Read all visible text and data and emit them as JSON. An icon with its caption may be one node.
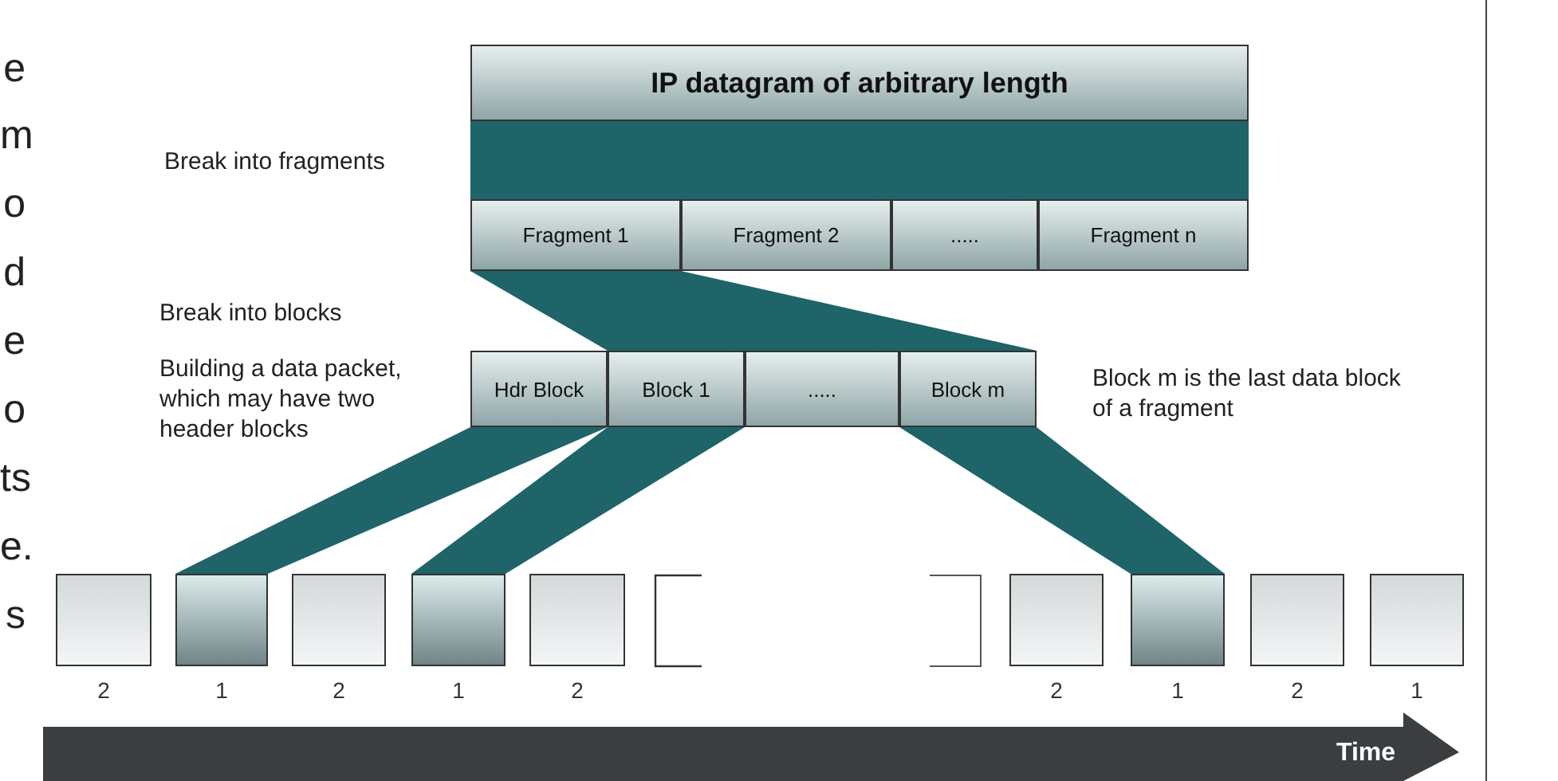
{
  "diagram": {
    "nodes": [
      {
        "text": [
          "IP datagram of arbitrary length"
        ]
      },
      {
        "text": [
          "Fragment 1"
        ]
      },
      {
        "text": [
          "Fragment 2"
        ]
      },
      {
        "text": [
          "....."
        ]
      },
      {
        "text": [
          "Fragment n"
        ]
      },
      {
        "text": [
          "Hdr Block"
        ]
      },
      {
        "text": [
          "Block 1"
        ]
      },
      {
        "text": [
          "....."
        ]
      },
      {
        "text": [
          "Block m"
        ]
      },
      {
        "text": [],
        "shape": "box",
        "beside": [
          "2"
        ]
      },
      {
        "text": [],
        "shape": "box",
        "beside": [
          "1"
        ]
      },
      {
        "text": [],
        "shape": "box",
        "beside": [
          "2"
        ]
      },
      {
        "text": [],
        "shape": "box",
        "beside": [
          "1"
        ]
      },
      {
        "text": [],
        "shape": "box",
        "beside": [
          "2"
        ]
      },
      {
        "text": [],
        "shape": "box",
        "beside": [
          "2"
        ]
      },
      {
        "text": [],
        "shape": "box",
        "beside": [
          "1"
        ]
      },
      {
        "text": [],
        "shape": "box",
        "beside": [
          "2"
        ]
      },
      {
        "text": [],
        "shape": "box",
        "beside": [
          "1"
        ]
      }
    ],
    "edges": [
      {
        "from": 0,
        "to": 1,
        "arrow": "none"
      },
      {
        "from": 0,
        "to": 2,
        "arrow": "none"
      },
      {
        "from": 0,
        "to": 3,
        "arrow": "none"
      },
      {
        "from": 0,
        "to": 4,
        "arrow": "none"
      },
      {
        "from": 1,
        "to": 6,
        "arrow": "none"
      },
      {
        "from": 1,
        "to": 7,
        "arrow": "none"
      },
      {
        "from": 1,
        "to": 8,
        "arrow": "none"
      },
      {
        "from": 5,
        "to": 10,
        "arrow": "none"
      },
      {
        "from": 6,
        "to": 12,
        "arrow": "none"
      },
      {
        "from": 8,
        "to": 15,
        "arrow": "none"
      }
    ],
    "labels": [
      "Break into fragments",
      "Break into blocks",
      "Building a data packet, which may have two header blocks",
      "Block m is the last data block of a fragment",
      "Time",
      "e",
      "m",
      "o",
      "d",
      "e",
      "o",
      "ts",
      "e.",
      "s"
    ]
  }
}
